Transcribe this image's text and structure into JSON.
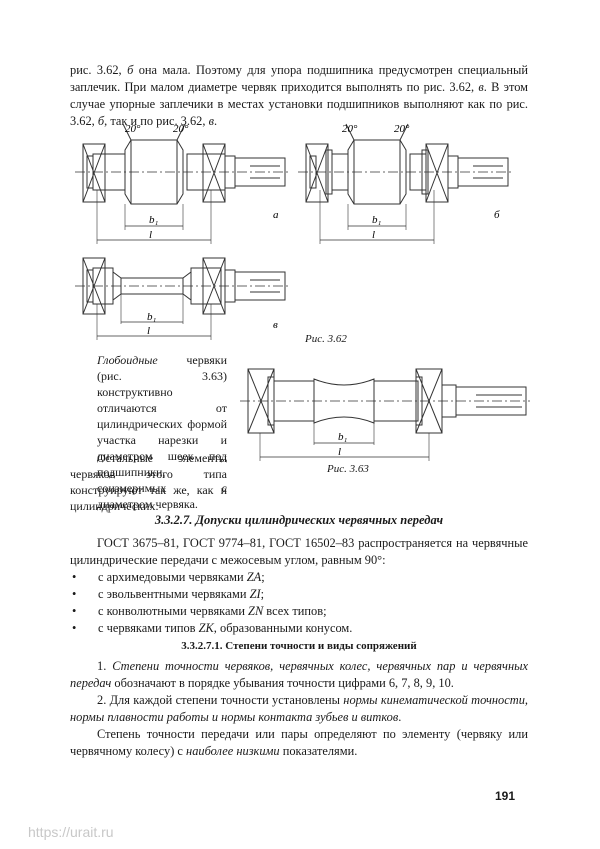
{
  "intro_paragraph": {
    "t1": "рис. 3.62, ",
    "t2": "б",
    "t3": " она мала. Поэтому для упора подшипника предусмотрен специальный заплечик. При малом диаметре червяк приходится выполнять по рис. 3.62, ",
    "t4": "в",
    "t5": ". В этом случае упорные заплечики в местах установки подшипников выполняют как по рис. 3.62, ",
    "t6": "б",
    "t7": ", так и по рис. 3.62, ",
    "t8": "в",
    "t9": "."
  },
  "figure_362": {
    "caption": "Рис. 3.62",
    "angle_label": "20°",
    "b1_label": "b₁",
    "l_label": "l",
    "label_a": "а",
    "label_b": "б",
    "label_v": "в"
  },
  "figure_363": {
    "caption": "Рис. 3.63",
    "b1_label": "b₁",
    "l_label": "l"
  },
  "globoid_paragraph": {
    "term": "Глобоидные",
    "rest": " червяки (рис. 3.63) конструктивно отличаются от цилиндрических формой участка нарезки и диаметром шеек под подшипники, соизмеримых с диаметром червяка."
  },
  "other_elements_paragraph": "Остальные элементы червяков этого типа конструируют так же, как и цилиндрических.",
  "section_title": "3.3.2.7. Допуски цилиндрических червячных передач",
  "gost_paragraph": "ГОСТ 3675–81, ГОСТ 9774–81, ГОСТ 16502–83 распространяется на червячные цилиндрические передачи с межосевым углом, равным 90°:",
  "bullets": [
    {
      "pre": "с архимедовыми червяками ",
      "sym": "ZA",
      "post": ";"
    },
    {
      "pre": "с эвольвентными червяками ",
      "sym": "ZI",
      "post": ";"
    },
    {
      "pre": "с конволютными червяками ",
      "sym": "ZN",
      "post": " всех типов;"
    },
    {
      "pre": "с червяками типов ",
      "sym": "ZK",
      "post": ", образованными конусом."
    }
  ],
  "bullet_symbol": "•",
  "subsection_title": "3.3.2.7.1. Степени точности и виды сопряжений",
  "para_1": {
    "num": "1. ",
    "italic": "Степени точности червяков, червячных колес, червячных пар и червячных передач",
    "rest": " обозначают в порядке убывания точности цифрами 6, 7, 8, 9, 10."
  },
  "para_2": {
    "pre": "2. Для каждой степени точности установлены ",
    "italic": "нормы кинематической точности, нормы плавности работы и нормы контакта зубьев и витков",
    "post": "."
  },
  "para_3": {
    "pre": "Степень точности передачи или пары определяют по элементу (червяку или червячному колесу) с ",
    "italic": "наиболее низкими",
    "post": " показателями."
  },
  "page_number": "191",
  "watermark": "https://urait.ru"
}
